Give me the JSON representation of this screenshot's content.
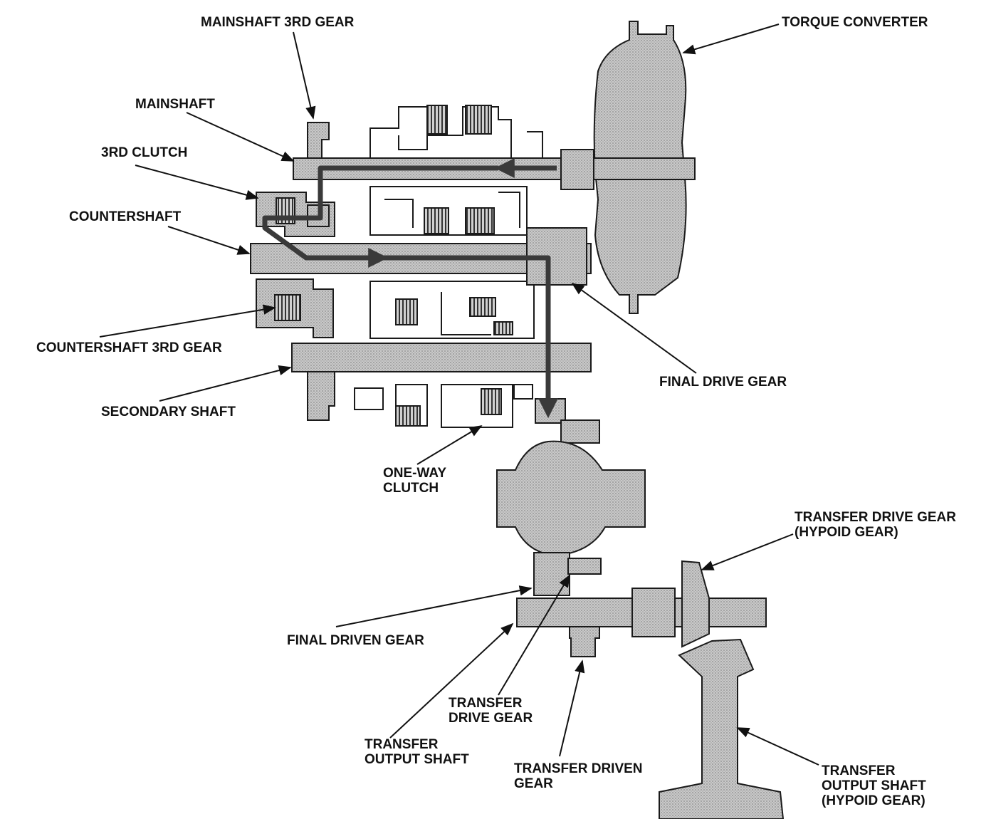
{
  "colors": {
    "part_fill": "#c4c4c4",
    "part_stroke": "#1a1a1a",
    "power_flow": "#3a3a3a",
    "text": "#111111"
  },
  "labels": {
    "mainshaft_3rd_gear": "MAINSHAFT 3RD GEAR",
    "torque_converter": "TORQUE CONVERTER",
    "mainshaft": "MAINSHAFT",
    "third_clutch": "3RD CLUTCH",
    "countershaft": "COUNTERSHAFT",
    "countershaft_3rd_gear": "COUNTERSHAFT 3RD GEAR",
    "secondary_shaft": "SECONDARY SHAFT",
    "final_drive_gear": "FINAL DRIVE GEAR",
    "one_way_clutch": [
      "ONE-WAY",
      "CLUTCH"
    ],
    "transfer_drive_gear_hypoid": [
      "TRANSFER DRIVE GEAR",
      "(HYPOID GEAR)"
    ],
    "final_driven_gear": "FINAL DRIVEN GEAR",
    "transfer_drive_gear": [
      "TRANSFER",
      "DRIVE GEAR"
    ],
    "transfer_output_shaft": [
      "TRANSFER",
      "OUTPUT SHAFT"
    ],
    "transfer_driven_gear": [
      "TRANSFER DRIVEN",
      "GEAR"
    ],
    "transfer_output_shaft_hypoid": [
      "TRANSFER",
      "OUTPUT SHAFT",
      "(HYPOID GEAR)"
    ]
  }
}
